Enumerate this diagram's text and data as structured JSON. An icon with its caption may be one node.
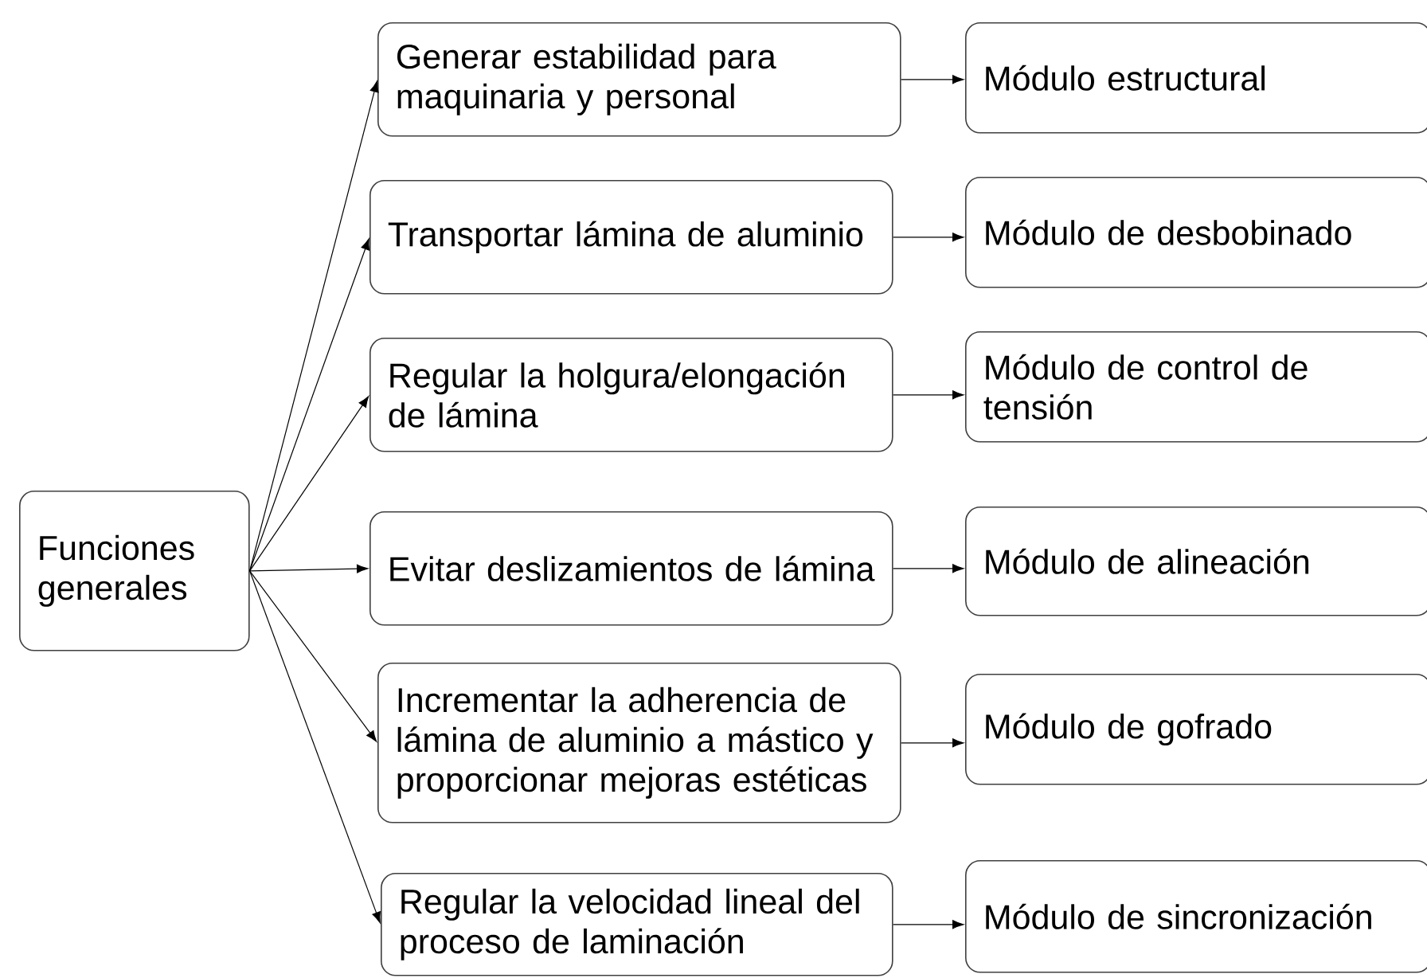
{
  "diagram": {
    "nodes": [
      {
        "text": [
          "Funciones generales"
        ]
      },
      {
        "text": [
          "Generar estabilidad para maquinaria y personal"
        ]
      },
      {
        "text": [
          "Transportar lámina de aluminio"
        ]
      },
      {
        "text": [
          "Regular la holgura/elongación de lámina"
        ]
      },
      {
        "text": [
          "Evitar deslizamientos de lámina"
        ]
      },
      {
        "text": [
          "Incrementar la adherencia de lámina de aluminio a mástico y proporcionar mejoras estéticas"
        ]
      },
      {
        "text": [
          "Regular la velocidad lineal del proceso de laminación"
        ]
      },
      {
        "text": [
          "Módulo estructural"
        ]
      },
      {
        "text": [
          "Módulo de desbobinado"
        ]
      },
      {
        "text": [
          "Módulo de control de tensión"
        ]
      },
      {
        "text": [
          "Módulo de alineación"
        ]
      },
      {
        "text": [
          "Módulo de gofrado"
        ]
      },
      {
        "text": [
          "Módulo de sincronización"
        ]
      }
    ],
    "edges": [
      {
        "from": 0,
        "to": 1,
        "arrow": "to"
      },
      {
        "from": 0,
        "to": 2,
        "arrow": "to"
      },
      {
        "from": 0,
        "to": 3,
        "arrow": "to"
      },
      {
        "from": 0,
        "to": 4,
        "arrow": "to"
      },
      {
        "from": 0,
        "to": 5,
        "arrow": "to"
      },
      {
        "from": 0,
        "to": 6,
        "arrow": "to"
      },
      {
        "from": 1,
        "to": 7,
        "arrow": "to"
      },
      {
        "from": 2,
        "to": 8,
        "arrow": "to"
      },
      {
        "from": 3,
        "to": 9,
        "arrow": "to"
      },
      {
        "from": 4,
        "to": 10,
        "arrow": "to"
      },
      {
        "from": 5,
        "to": 11,
        "arrow": "to"
      },
      {
        "from": 6,
        "to": 12,
        "arrow": "to"
      }
    ]
  }
}
